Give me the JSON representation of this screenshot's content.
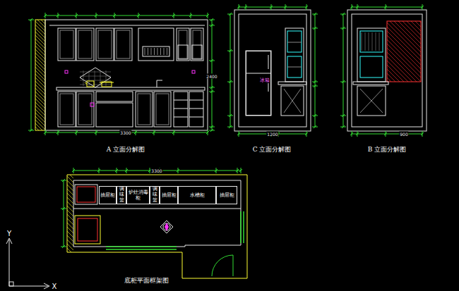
{
  "diagram": {
    "nodes": [
      {
        "text": [
          "抽屉柜"
        ]
      },
      {
        "text": [
          "调味篮"
        ]
      },
      {
        "text": [
          "炉灶消毒柜"
        ]
      },
      {
        "text": [
          "调味篮"
        ]
      },
      {
        "text": [
          "抽屉柜"
        ]
      },
      {
        "text": [
          "水槽柜"
        ]
      },
      {
        "text": [
          "抽屉柜"
        ]
      },
      {
        "text": [
          "冰箱"
        ]
      }
    ],
    "labels": [
      "A 立面分解图",
      "C 立面分解图",
      "B 立面分解图",
      "底柜平面框架图",
      "Y",
      "X",
      "3300",
      "2400",
      "1200",
      "900",
      "3300"
    ]
  }
}
